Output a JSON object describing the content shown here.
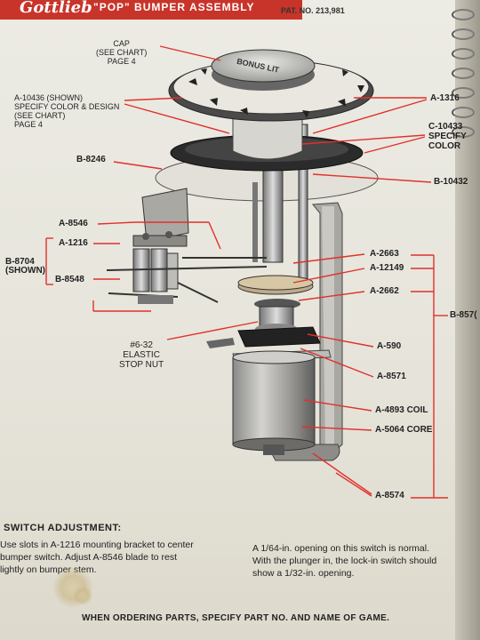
{
  "header": {
    "logo": "Gottlieb",
    "title": "\"POP\"  BUMPER ASSEMBLY",
    "patent": "PAT. NO. 213,981"
  },
  "labels": {
    "cap": [
      "CAP",
      "(SEE CHART)",
      "PAGE 4"
    ],
    "a10436": [
      "A-10436 (SHOWN)",
      "SPECIFY COLOR & DESIGN",
      "(SEE CHART)",
      "PAGE 4"
    ],
    "a1316": "A-1316",
    "c10433": [
      "C-10433",
      "SPECIFY",
      "COLOR"
    ],
    "b8246": "B-8246",
    "b10432": "B-10432",
    "a8546": "A-8546",
    "a1216": "A-1216",
    "b8704": [
      "B-8704",
      "(SHOWN)"
    ],
    "b8548": "B-8548",
    "a2663": "A-2663",
    "a12149": "A-12149",
    "a2662": "A-2662",
    "b8576": "B-857(",
    "nut": [
      "#6-32",
      "ELASTIC",
      "STOP NUT"
    ],
    "a590": "A-590",
    "a8571": "A-8571",
    "a4893": "A-4893 COIL",
    "a5064": "A-5064 CORE",
    "a8574": "A-8574"
  },
  "cap_text": "BONUS LIT",
  "switch_section": {
    "title": "SWITCH ADJUSTMENT:",
    "left_lines": [
      "Use slots in A-1216 mounting bracket to center",
      "bumper switch. Adjust A-8546 blade to rest",
      "lightly on bumper stem."
    ],
    "right_lines": [
      "A  1/64-in.  opening  on  this  switch  is  normal.",
      "With  the  plunger  in,  the  lock-in  switch  should",
      "show  a  1/32-in.  opening."
    ]
  },
  "footer": "WHEN ORDERING PARTS, SPECIFY PART NO. AND NAME OF GAME.",
  "colors": {
    "accent": "#c8342a",
    "leader": "#e0312b",
    "paper": "#e9e6dc",
    "ink": "#222222"
  }
}
